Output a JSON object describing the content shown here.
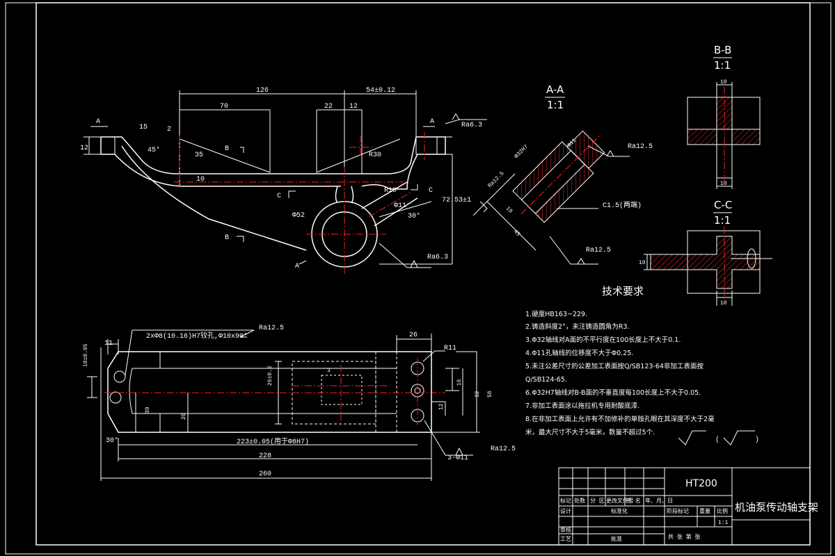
{
  "drawing_title": "机油泵传动轴支架",
  "material": "HT200",
  "views": {
    "section_aa": {
      "label": "A-A",
      "scale": "1:1"
    },
    "section_bb": {
      "label": "B-B",
      "scale": "1:1"
    },
    "section_cc": {
      "label": "C-C",
      "scale": "1:1"
    }
  },
  "dims_top": {
    "d126": "126",
    "d54": "54±0.12",
    "d70": "70",
    "d22": "22",
    "d12a": "12",
    "d12b": "12",
    "d35": "35",
    "d10": "10",
    "d2": "2",
    "d15": "15",
    "d45": "45°",
    "d30r": "R30",
    "d52": "Φ52",
    "d10r": "R10",
    "d11": "Φ11",
    "d30": "30°",
    "d7253": "72.53±1",
    "lblA1": "A",
    "lblA2": "A",
    "lblA3": "A",
    "lblB1": "B",
    "lblB2": "B",
    "lblC1": "C",
    "lblC2": "C",
    "ra63a": "Ra6.3",
    "ra63b": "Ra6.3"
  },
  "dims_aa": {
    "d32": "Φ32H7",
    "d11": "Φ11",
    "ra125a": "Ra12.5",
    "ra125b": "Ra12.5",
    "ra125c": "Ra12.5",
    "d19": "19",
    "d45": "45",
    "c15": "C1.5(两端)"
  },
  "dims_bb": {
    "d10a": "10",
    "d10b": "10"
  },
  "dims_cc": {
    "d10a": "10",
    "d10b": "10"
  },
  "dims_bottom": {
    "note": "2xΦ8(10.16)H7铰孔,Φ10x90°",
    "ra": "Ra12.5",
    "d11": "11",
    "d10": "10±0.05",
    "d26": "26",
    "r11": "R11",
    "d262": "26±0.2",
    "d3": "3",
    "d16": "16",
    "d32": "32",
    "d58": "58",
    "d12": "12",
    "d39": "39",
    "d20": "20",
    "d30": "30°",
    "d223": "223±0.05(用于Φ8H7)",
    "d228": "228",
    "d260": "260",
    "holes": "3-Φ11",
    "ra2": "Ra12.5"
  },
  "tech": {
    "heading": "技术要求",
    "items": [
      "1.硬度HB163~229.",
      "2.铸造斜度2°，未注铸造圆角为R3.",
      "3.Φ32轴线对A面的不平行度在100长度上不大于0.1.",
      "4.Φ11孔轴线的位移度不大于Φ0.25.",
      "5.未注公差尺寸的公差加工表面按Q/SB123-64非加工表面按",
      "Q/SB124-65.",
      "6.Φ32H7轴线对B-B面的不垂直度每100长度上不大于0.05.",
      "7.非加工表面涂以拖拉机专用耐酸底漆.",
      "8.在非加工表面上允许有不加修补的单独孔眼在其深度不大于2毫",
      "米，最大尺寸不大于5毫米，数量不超过5个."
    ],
    "symbol_paren_open": "(",
    "symbol_paren_close": ")"
  },
  "title_block": {
    "c_mark": "标记",
    "c_qty": "处数",
    "c_zone": "分 区",
    "c_doc": "更改文件号",
    "c_sign": "签 名",
    "c_date": "年、月、日",
    "design": "设计",
    "std": "标准化",
    "review": "审核",
    "process": "工艺",
    "approve": "批准",
    "stage": "阶段标记",
    "weight": "重量",
    "ratio": "比例",
    "scale": "1:1",
    "sheets": "共   张   第   张"
  }
}
